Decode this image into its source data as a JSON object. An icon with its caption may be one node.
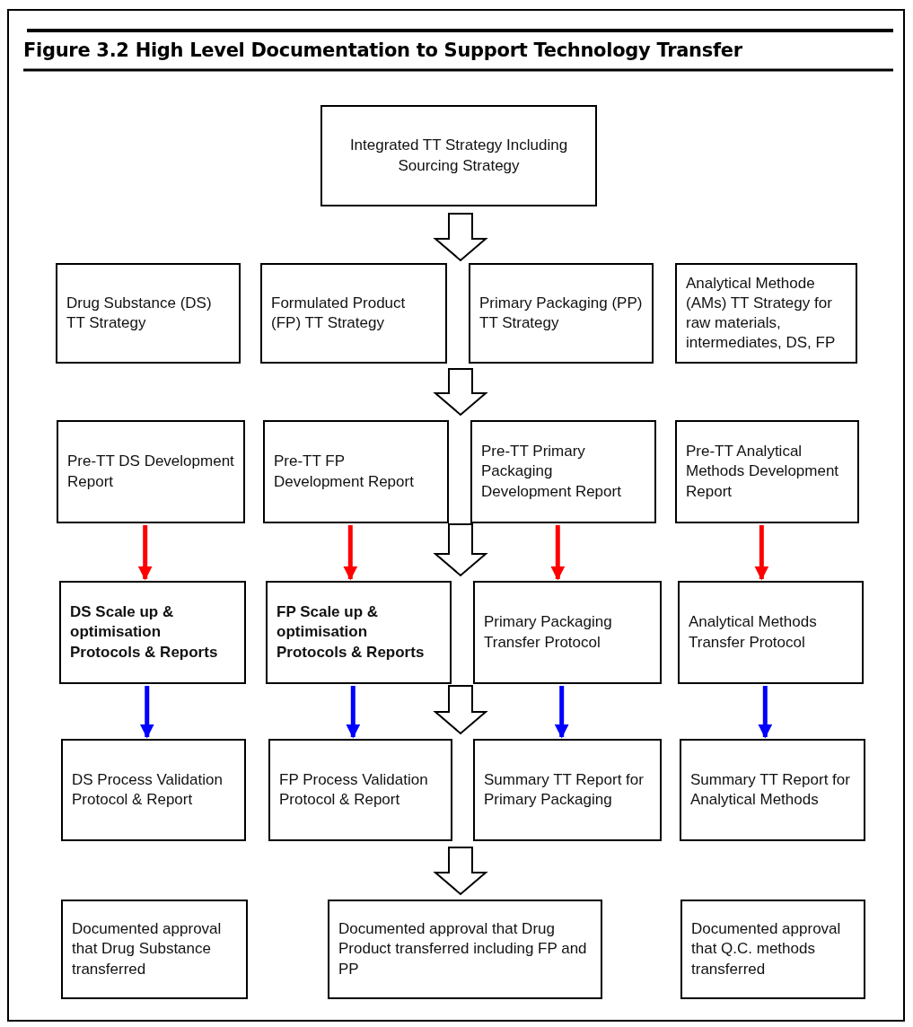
{
  "diagram": {
    "title": "Figure 3.2 High Level Documentation to Support Technology Transfer",
    "nodes": [
      {
        "text": [
          "Integrated TT Strategy Including Sourcing Strategy"
        ]
      },
      {
        "text": [
          "Drug Substance (DS) TT Strategy"
        ]
      },
      {
        "text": [
          "Formulated Product (FP) TT Strategy"
        ]
      },
      {
        "text": [
          "Primary Packaging (PP) TT Strategy"
        ]
      },
      {
        "text": [
          "Analytical Methode (AMs) TT Strategy for raw materials, intermediates, DS, FP"
        ]
      },
      {
        "text": [
          "Pre-TT DS Development Report"
        ]
      },
      {
        "text": [
          "Pre-TT FP Development Report"
        ]
      },
      {
        "text": [
          "Pre-TT Primary Packaging Development Report"
        ]
      },
      {
        "text": [
          "Pre-TT Analytical Methods Development Report"
        ]
      },
      {
        "text": [
          "DS Scale up & optimisation Protocols & Reports"
        ]
      },
      {
        "text": [
          "FP Scale up & optimisation Protocols & Reports"
        ]
      },
      {
        "text": [
          "Primary Packaging Transfer Protocol"
        ]
      },
      {
        "text": [
          "Analytical Methods Transfer Protocol"
        ]
      },
      {
        "text": [
          "DS Process Validation Protocol & Report"
        ]
      },
      {
        "text": [
          "FP Process Validation Protocol & Report"
        ]
      },
      {
        "text": [
          "Summary TT Report for Primary Packaging"
        ]
      },
      {
        "text": [
          "Summary TT Report for Analytical Methods"
        ]
      },
      {
        "text": [
          "Documented approval that Drug Substance transferred"
        ]
      },
      {
        "text": [
          "Documented approval that Drug Product transferred including FP and PP"
        ]
      },
      {
        "text": [
          "Documented approval that Q.C. methods transferred"
        ]
      }
    ],
    "edges": [
      {
        "from": 5,
        "to": 9,
        "arrow": "to",
        "color": "#ff0000"
      },
      {
        "from": 6,
        "to": 10,
        "arrow": "to",
        "color": "#ff0000"
      },
      {
        "from": 7,
        "to": 11,
        "arrow": "to",
        "color": "#ff0000"
      },
      {
        "from": 8,
        "to": 12,
        "arrow": "to",
        "color": "#ff0000"
      },
      {
        "from": 9,
        "to": 13,
        "arrow": "to",
        "color": "#0000ff"
      },
      {
        "from": 10,
        "to": 14,
        "arrow": "to",
        "color": "#0000ff"
      },
      {
        "from": 11,
        "to": 15,
        "arrow": "to",
        "color": "#0000ff"
      },
      {
        "from": 12,
        "to": 16,
        "arrow": "to",
        "color": "#0000ff"
      },
      {
        "from": 0,
        "to": null,
        "arrow": "to",
        "style": "thick"
      },
      {
        "from": null,
        "to": 7,
        "arrow": "to",
        "style": "thick"
      },
      {
        "from": null,
        "to": 11,
        "arrow": "to",
        "style": "thick"
      },
      {
        "from": null,
        "to": 15,
        "arrow": "to",
        "style": "thick"
      },
      {
        "from": null,
        "to": 18,
        "arrow": "to",
        "style": "thick"
      }
    ]
  }
}
